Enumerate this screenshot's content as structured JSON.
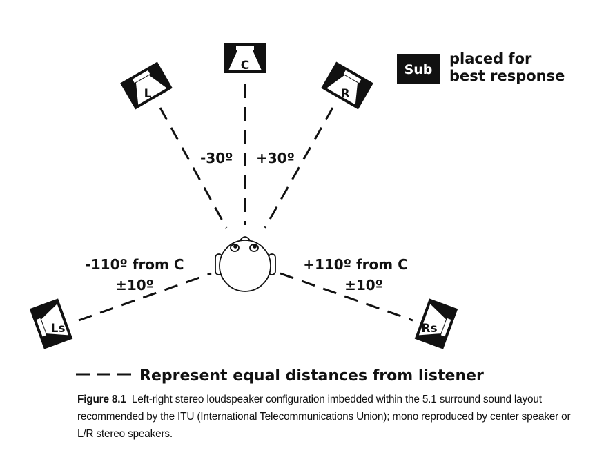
{
  "speakers": {
    "left": "L",
    "center": "C",
    "right": "R",
    "left_surround": "Ls",
    "right_surround": "Rs"
  },
  "sub": {
    "label": "Sub",
    "note_line1": "placed for",
    "note_line2": "best response"
  },
  "angles": {
    "left_front": "-30º",
    "right_front": "+30º",
    "left_surround_line1": "-110º from C",
    "left_surround_line2": "±10º",
    "right_surround_line1": "+110º from C",
    "right_surround_line2": "±10º"
  },
  "legend": {
    "text": "Represent equal distances from listener"
  },
  "caption": {
    "label": "Figure 8.1",
    "text": "Left-right stereo loudspeaker configuration imbedded within the 5.1 surround sound layout recommended by the ITU (International Telecommunications Union); mono reproduced by center speaker or L/R stereo speakers."
  }
}
